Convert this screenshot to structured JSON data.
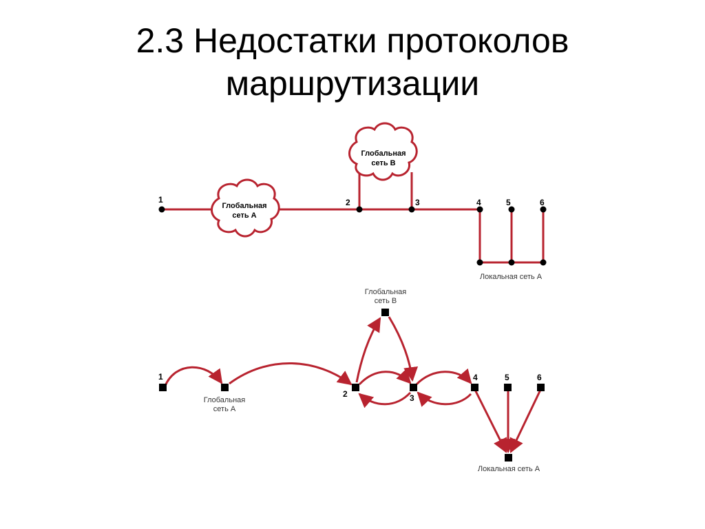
{
  "title": {
    "line1": "2.3 Недостатки протоколов",
    "line2": "маршрутизации"
  },
  "colors": {
    "link": "#b8232f",
    "node": "#000000",
    "text": "#000000"
  },
  "top_diagram": {
    "nodes": [
      "1",
      "2",
      "3",
      "4",
      "5",
      "6"
    ],
    "cloud_a": {
      "line1": "Глобальная",
      "line2": "сеть A"
    },
    "cloud_b": {
      "line1": "Глобальная",
      "line2": "сеть B"
    },
    "lan_label": "Локальная сеть A"
  },
  "bottom_diagram": {
    "nodes": [
      "1",
      "2",
      "3",
      "4",
      "5",
      "6"
    ],
    "net_a": {
      "line1": "Глобальная",
      "line2": "сеть A"
    },
    "net_b": {
      "line1": "Глобальная",
      "line2": "сеть B"
    },
    "lan_label": "Локальная сеть A"
  }
}
